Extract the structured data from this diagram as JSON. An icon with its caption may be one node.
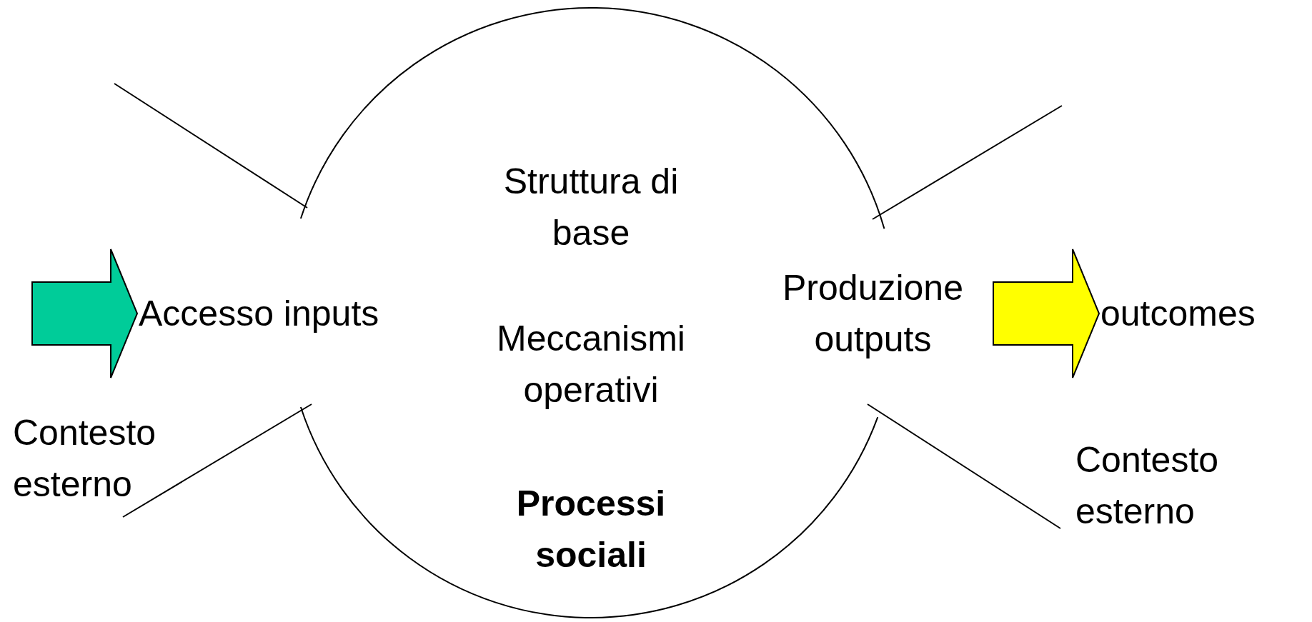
{
  "diagram": {
    "nodes": [
      {
        "text": [
          "Struttura di base",
          "Meccanismi operativi",
          "Processi sociali"
        ]
      },
      {
        "text": [
          "Accesso inputs"
        ]
      },
      {
        "text": [
          "Produzione outputs"
        ]
      },
      {
        "text": [
          "outcomes"
        ]
      }
    ],
    "edges": [
      {
        "from": null,
        "to": 1,
        "arrow": "to",
        "color": "#00cc99"
      },
      {
        "from": 2,
        "to": 3,
        "arrow": "to",
        "color": "#ffff00"
      }
    ],
    "labels": [
      "Contesto esterno",
      "Contesto esterno"
    ]
  }
}
